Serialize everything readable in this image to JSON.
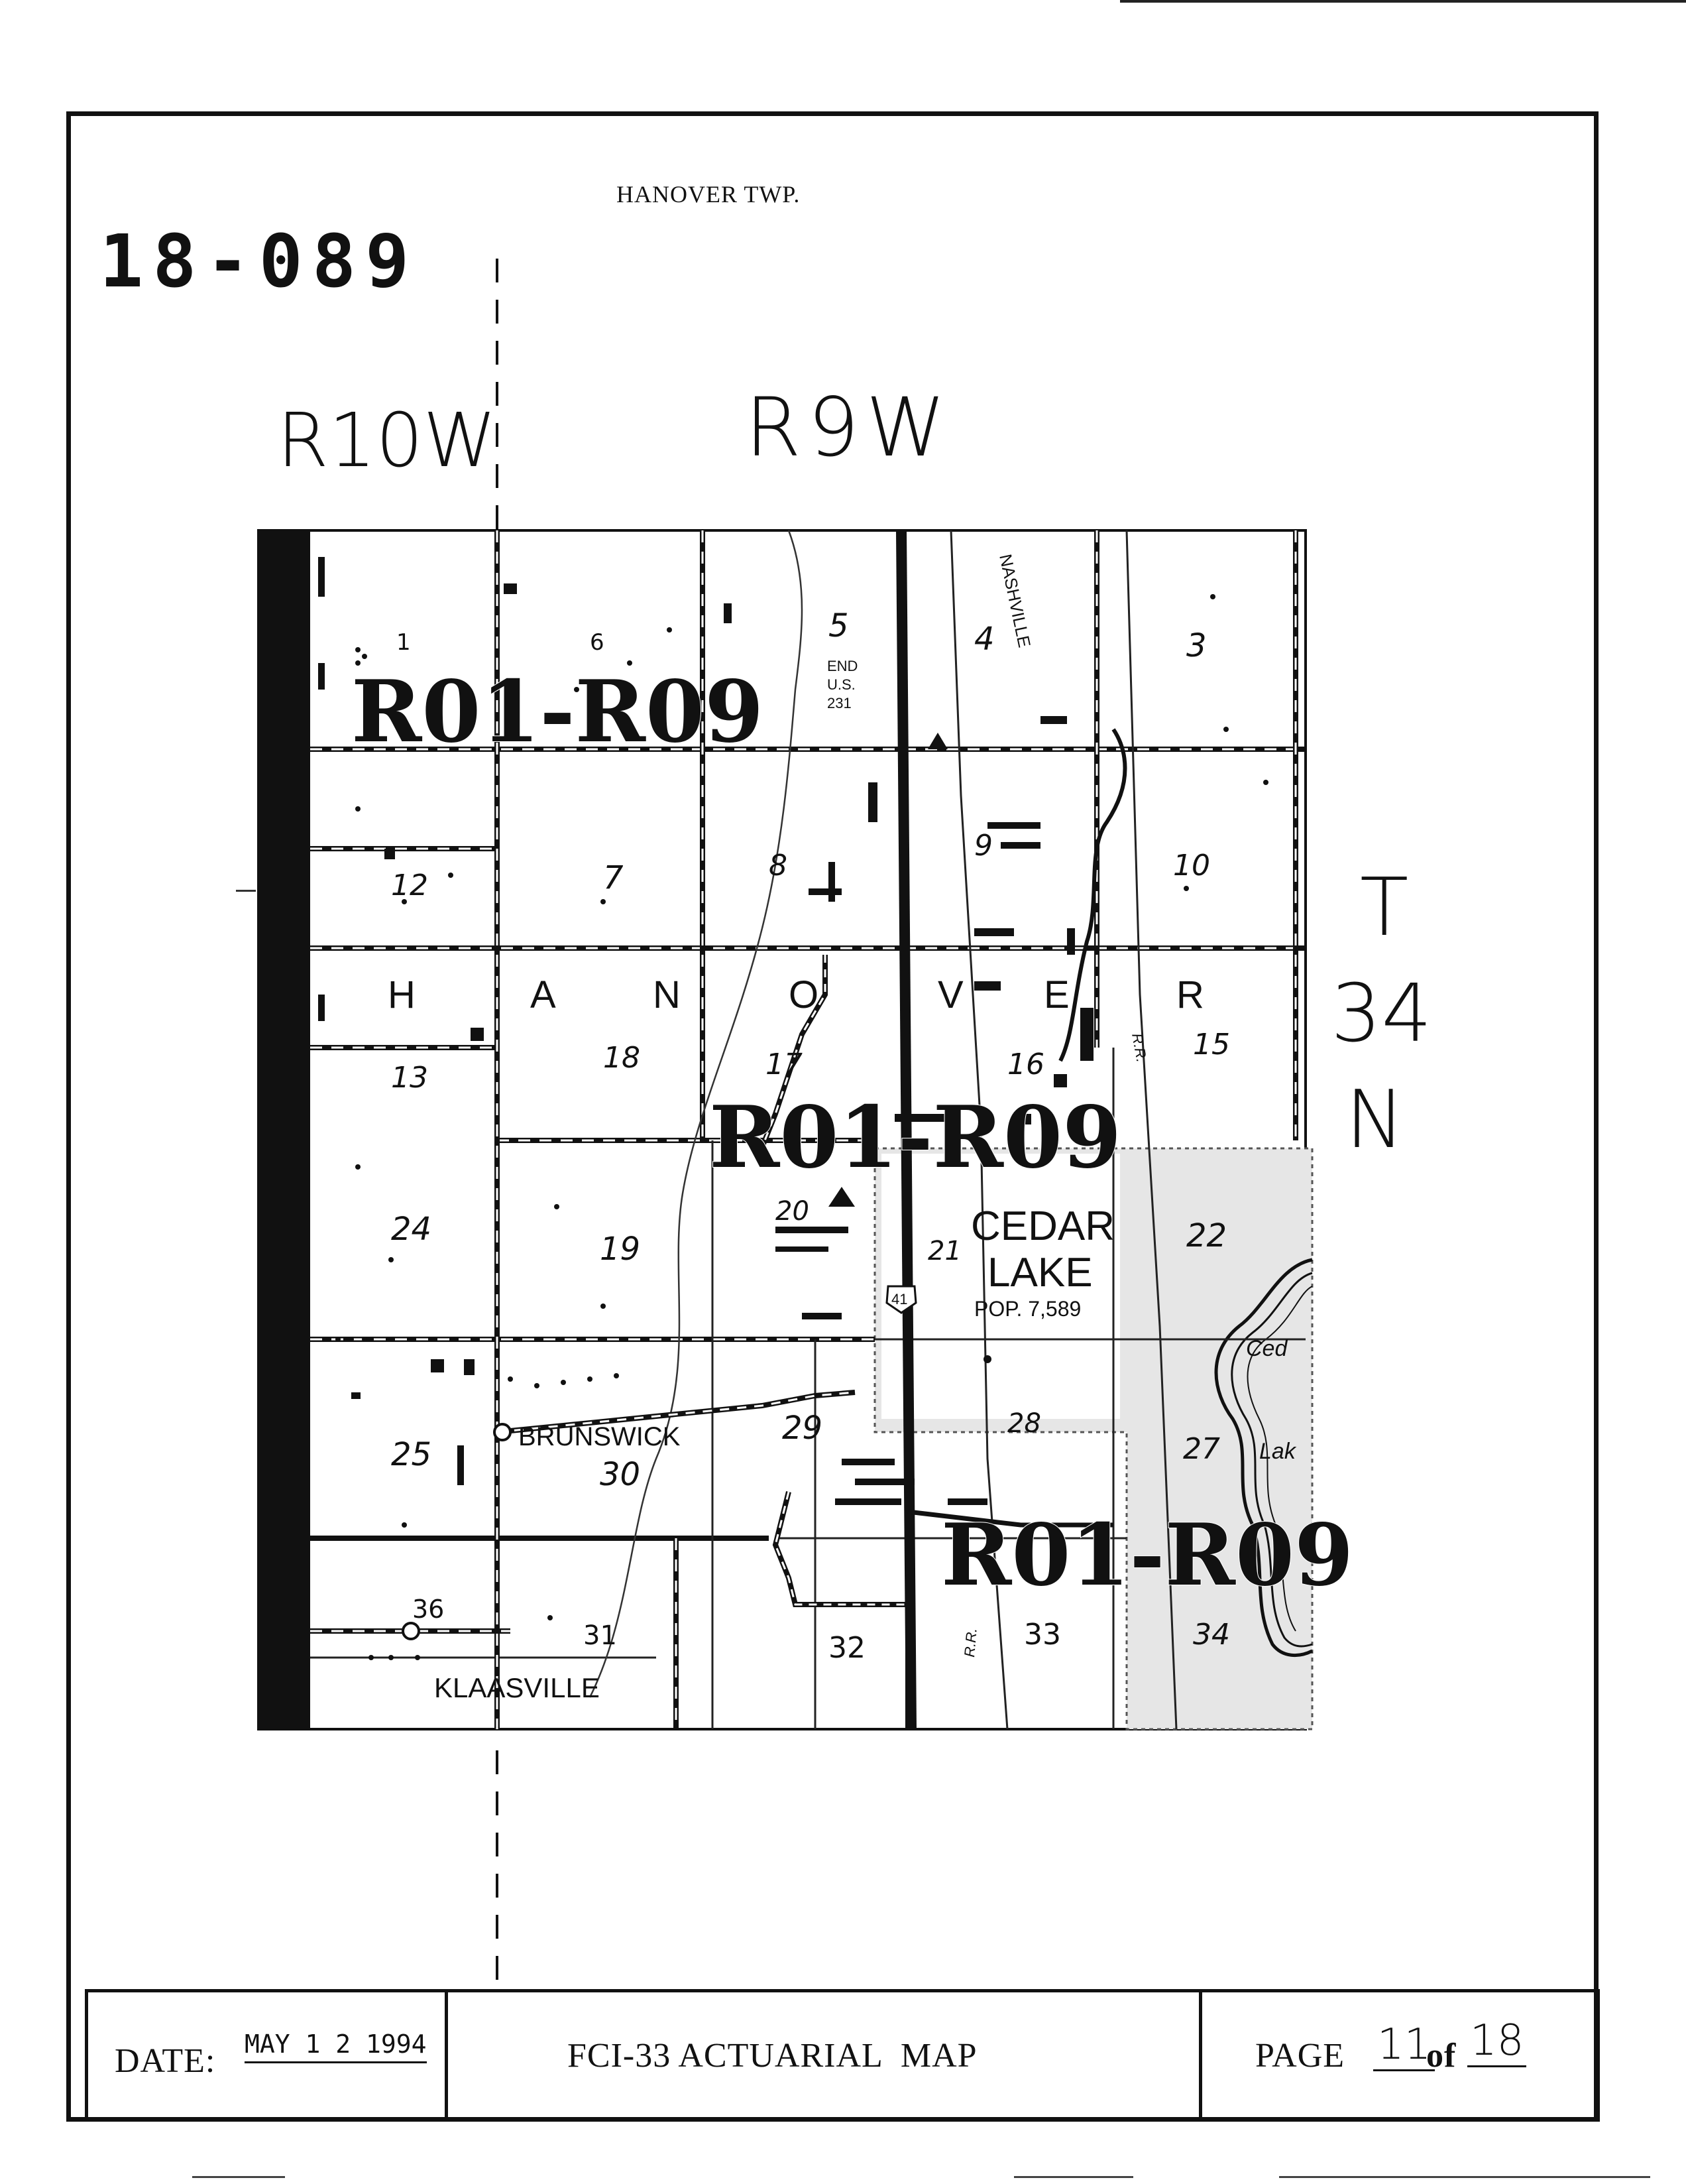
{
  "header": {
    "township_label": "HANOVER TWP.",
    "map_number": "18-089"
  },
  "ranges": {
    "left": "R10W",
    "right": "R9W"
  },
  "township_range": {
    "line1": "T",
    "line2": "34",
    "line3": "N"
  },
  "map": {
    "codes": [
      "R01-R09",
      "R01-R09",
      "R01-R09"
    ],
    "township_letters": [
      "H",
      "A",
      "N",
      "O",
      "V",
      "E",
      "R"
    ],
    "sections": [
      "1",
      "3",
      "4",
      "5",
      "6",
      "7",
      "8",
      "9",
      "10",
      "12",
      "13",
      "15",
      "16",
      "17",
      "18",
      "19",
      "20",
      "21",
      "22",
      "24",
      "25",
      "27",
      "28",
      "29",
      "30",
      "31",
      "32",
      "33",
      "34",
      "36"
    ],
    "places": {
      "cedar_lake_1": "CEDAR",
      "cedar_lake_2": "LAKE",
      "cedar_lake_pop": "POP. 7,589",
      "brunswick": "BRUNSWICK",
      "klaasville": "KLAASVILLE",
      "nashville": "NASHVILLE",
      "end_label": "END",
      "us_label": "U.S.",
      "route_231": "231",
      "route_41": "41",
      "rr_1": "R.R.",
      "rr_2": "R.R.",
      "lake_partial_1": "Ced",
      "lake_partial_2": "Lak"
    }
  },
  "footer": {
    "date_label": "DATE:",
    "date_value": "MAY 1 2 1994",
    "title": "FCI-33 ACTUARIAL  MAP",
    "page_label": "PAGE",
    "page_current": "11",
    "page_of": "of",
    "page_total": "18"
  }
}
